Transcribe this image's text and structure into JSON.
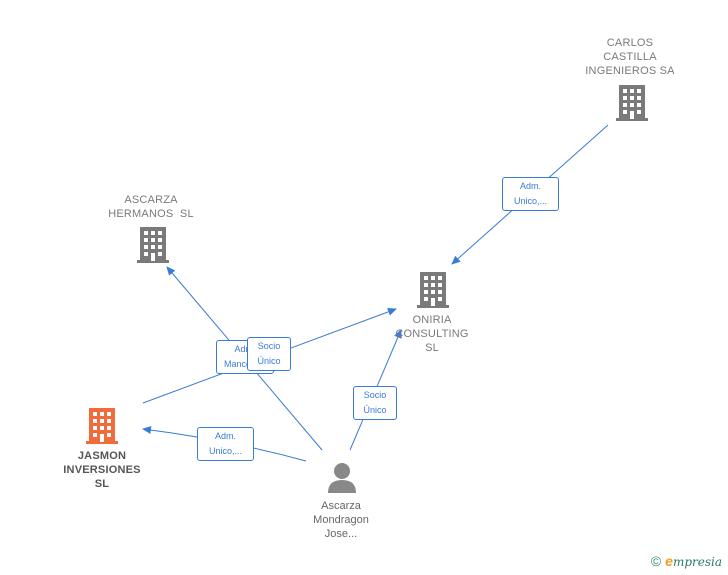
{
  "nodes": {
    "carlos": {
      "label": [
        "CARLOS",
        "CASTILLA",
        "INGENIEROS SA"
      ]
    },
    "ascarza_hermanos": {
      "label": [
        "ASCARZA",
        "HERMANOS  SL"
      ]
    },
    "oniria": {
      "label": [
        "ONIRIA",
        "CONSULTING",
        "SL"
      ]
    },
    "jasmon": {
      "label": [
        "JASMON",
        "INVERSIONES",
        "SL"
      ]
    },
    "person": {
      "label": [
        "Ascarza",
        "Mondragon",
        "Jose..."
      ]
    }
  },
  "edges": {
    "carlos_oniria": [
      "Adm.",
      "Unico,..."
    ],
    "person_hermanos": [
      "Adm.",
      "Mancom..."
    ],
    "jasmon_oniria": [
      "Socio",
      "Único"
    ],
    "person_oniria": [
      "Socio",
      "Único"
    ],
    "person_jasmon": [
      "Adm.",
      "Unico,..."
    ]
  },
  "colors": {
    "edge": "#3a7bd5",
    "company_icon": "#7a7a7a",
    "main_company_icon": "#f26b3a",
    "person_icon": "#888888"
  },
  "footer": {
    "copyright": "©",
    "brand_initial": "e",
    "brand_rest": "mpresia"
  }
}
